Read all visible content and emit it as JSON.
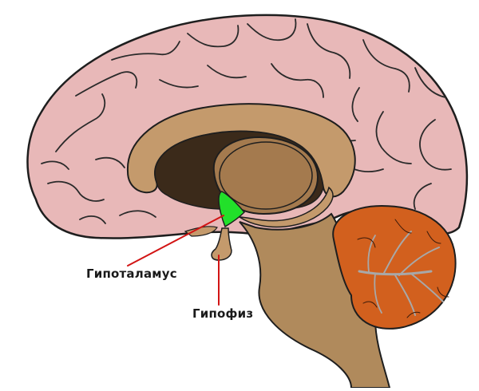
{
  "labels": {
    "hypothalamus": "Гипоталамус",
    "pituitary": "Гипофиз"
  },
  "colors": {
    "cortex": "#e8b8b8",
    "cortex_outline": "#1e1e1e",
    "corpus_callosum": "#c49a6c",
    "ventricle": "#3b2a1a",
    "thalamus": "#a47a4e",
    "hypothalamus": "#22e02a",
    "brainstem": "#b08a5c",
    "cerebellum": "#d2601e",
    "cerebellum_tree": "#a8a8a8",
    "pointer": "#d21414",
    "background": "#ffffff"
  },
  "icons": {
    "brain": "brain-midsagittal-illustration"
  }
}
